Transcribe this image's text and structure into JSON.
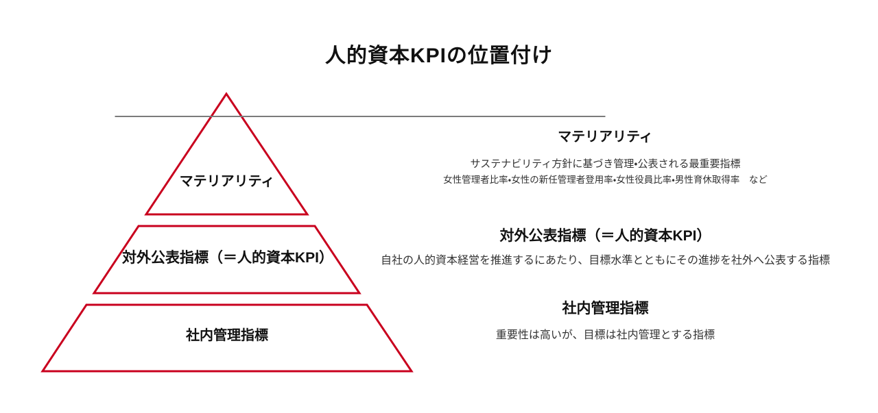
{
  "title": "人的資本KPIの位置付け",
  "colors": {
    "pyramid_red": "#c9001e",
    "divider_gray": "#7b7b7b",
    "text_dark": "#1a1a1a"
  },
  "pyramid": {
    "tiers": [
      {
        "label": "マテリアリティ"
      },
      {
        "label": "対外公表指標（＝人的資本KPI）"
      },
      {
        "label": "社内管理指標"
      }
    ]
  },
  "details": [
    {
      "heading": "マテリアリティ",
      "lines": [
        "サステナビリティ方針に基づき管理・公表される最重要指標",
        "女性管理者比率・女性の新任管理者登用率・女性役員比率・男性育休取得率　など"
      ]
    },
    {
      "heading": "対外公表指標（＝人的資本KPI）",
      "lines": [
        "自社の人的資本経営を推進するにあたり、目標水準とともにその進捗を社外へ公表する指標"
      ]
    },
    {
      "heading": "社内管理指標",
      "lines": [
        "重要性は高いが、目標は社内管理とする指標"
      ]
    }
  ]
}
